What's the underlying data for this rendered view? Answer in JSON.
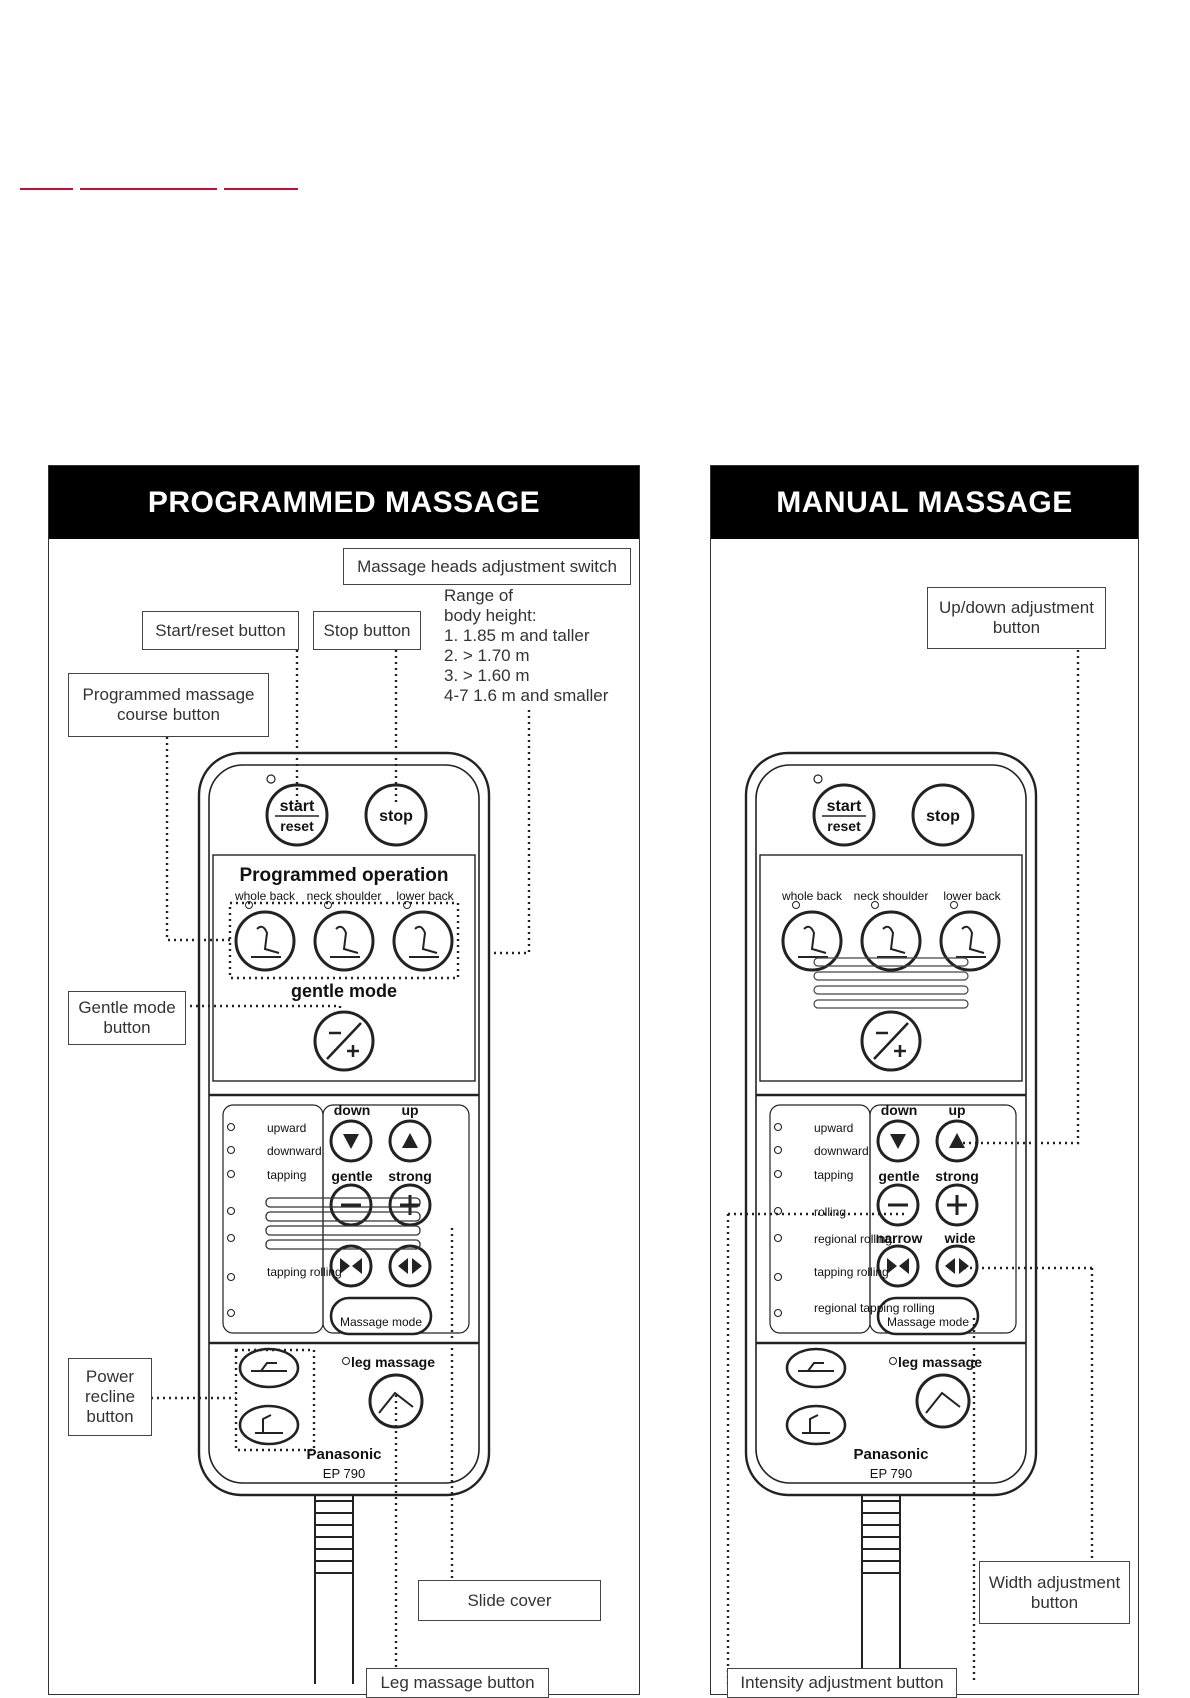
{
  "panels": {
    "programmed": {
      "title": "PROGRAMMED MASSAGE",
      "callouts": {
        "heads_switch": "Massage heads adjustment switch",
        "start_reset": "Start/reset button",
        "stop": "Stop button",
        "course_button": [
          "Programmed massage",
          "course button"
        ],
        "gentle_mode": [
          "Gentle mode",
          "button"
        ],
        "power_recline": [
          "Power",
          "recline",
          "button"
        ],
        "slide_cover": "Slide cover",
        "leg_massage": "Leg massage button"
      },
      "range": {
        "heading": [
          "Range of",
          "body height:"
        ],
        "items": [
          "1. 1.85 m and taller",
          "2. > 1.70 m",
          "3. > 1.60 m",
          "4-7  1.6 m and smaller"
        ]
      }
    },
    "manual": {
      "title": "MANUAL MASSAGE",
      "callouts": {
        "updown": [
          "Up/down adjustment",
          "button"
        ],
        "width": [
          "Width adjustment",
          "button"
        ],
        "intensity": "Intensity adjustment button"
      }
    }
  },
  "remote": {
    "start_top": "start",
    "start_bottom": "reset",
    "stop": "stop",
    "section_title": "Programmed operation",
    "courses": [
      "whole back",
      "neck shoulder",
      "lower back"
    ],
    "gentle_mode": "gentle mode",
    "down": "down",
    "up": "up",
    "gentle": "gentle",
    "strong": "strong",
    "narrow": "narrow",
    "wide": "wide",
    "modes": [
      "upward",
      "downward",
      "tapping",
      "rolling",
      "regional rolling",
      "tapping rolling",
      "regional tapping rolling"
    ],
    "massage_mode": "Massage mode",
    "leg_massage": "leg massage",
    "brand": "Panasonic",
    "model": "EP 790"
  },
  "colors": {
    "accent_red": "#c8102e",
    "header_bg": "#000000",
    "ink": "#222222"
  }
}
